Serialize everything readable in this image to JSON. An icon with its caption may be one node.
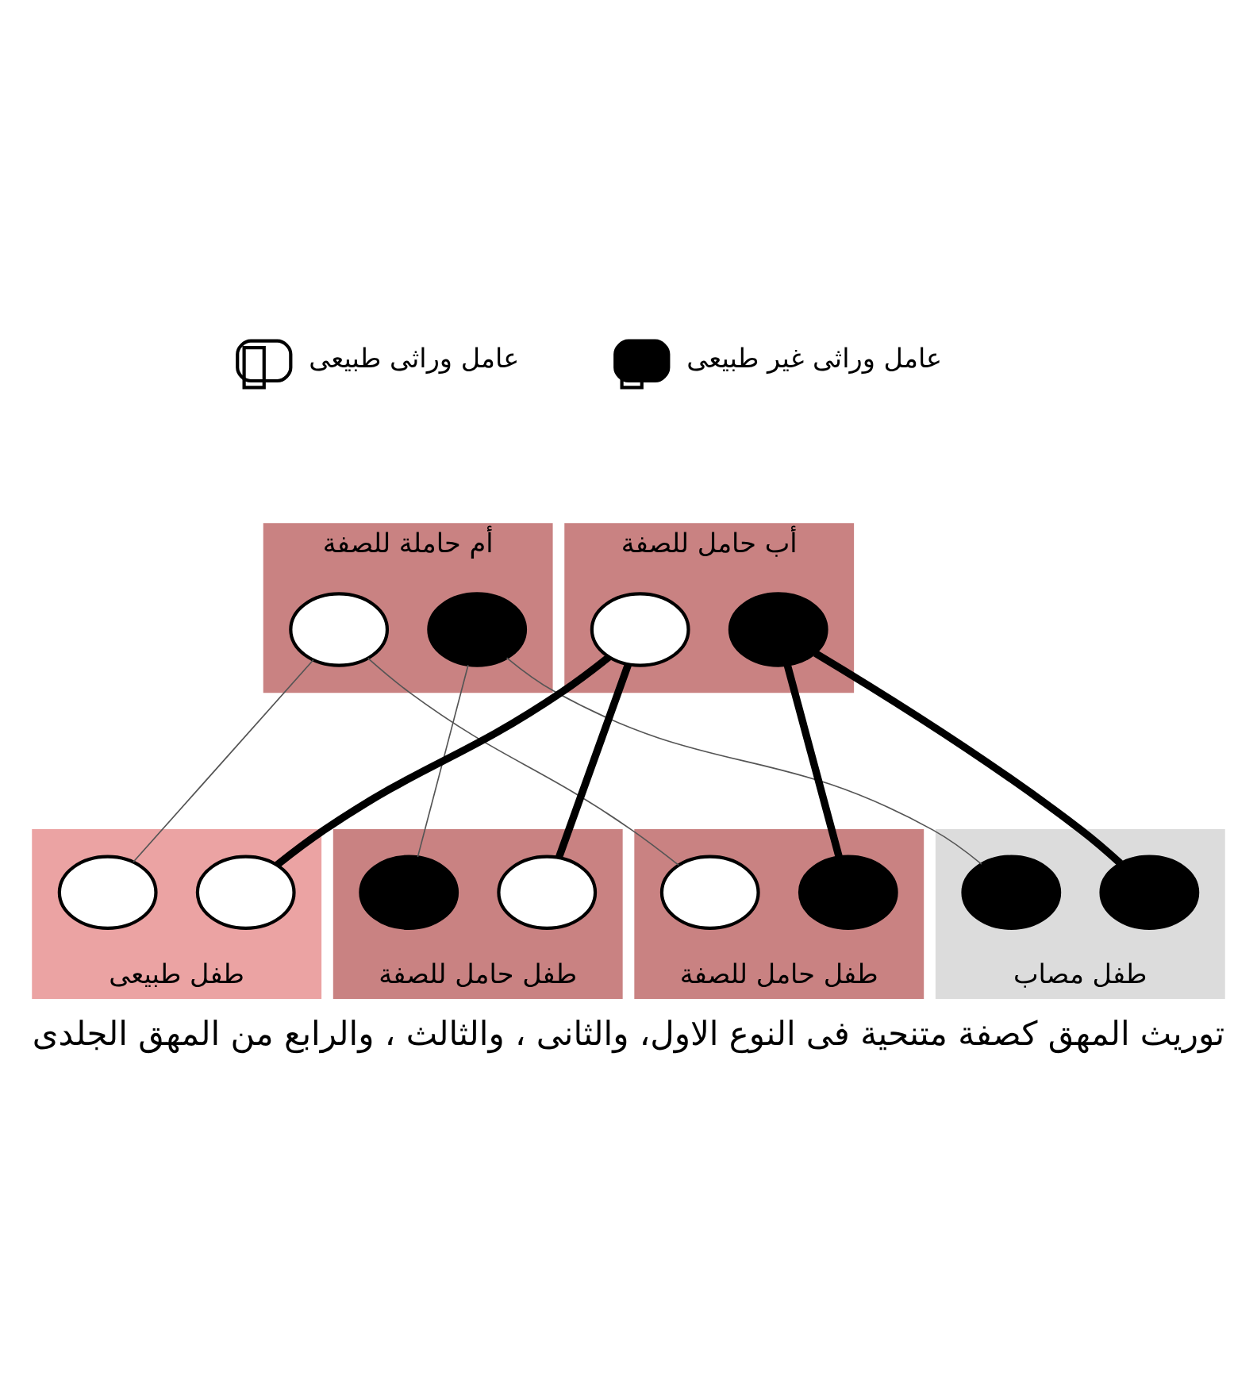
{
  "diagram": {
    "caption": "توريث المهق كصفة متنحية فى النوع الاول، والثانى ، والثالث ، والرابع من المهق الجلدى",
    "nodes": [
      {
        "text": [
          "أب حامل للصفة"
        ]
      },
      {
        "text": [],
        "shape": "circle",
        "in": 0
      },
      {
        "text": [],
        "shape": "circle",
        "in": 0
      },
      {
        "text": [
          "أم حاملة للصفة"
        ]
      },
      {
        "text": [],
        "shape": "circle",
        "in": 3
      },
      {
        "text": [],
        "shape": "circle",
        "in": 3
      },
      {
        "text": [
          "طفل مصاب"
        ]
      },
      {
        "text": [],
        "shape": "circle",
        "in": 6
      },
      {
        "text": [],
        "shape": "circle",
        "in": 6
      },
      {
        "text": [
          "طفل حامل للصفة"
        ]
      },
      {
        "text": [],
        "shape": "circle",
        "in": 9
      },
      {
        "text": [],
        "shape": "circle",
        "in": 9
      },
      {
        "text": [
          "طفل حامل للصفة"
        ]
      },
      {
        "text": [],
        "shape": "circle",
        "in": 12
      },
      {
        "text": [],
        "shape": "circle",
        "in": 12
      },
      {
        "text": [
          "طفل طبيعى"
        ]
      },
      {
        "text": [],
        "shape": "circle",
        "in": 15
      },
      {
        "text": [],
        "shape": "circle",
        "in": 15
      }
    ],
    "edges": [
      {
        "from": 1,
        "to": 7,
        "arrow": "none",
        "style": "thick"
      },
      {
        "from": 1,
        "to": 13,
        "arrow": "none",
        "style": "thick"
      },
      {
        "from": 2,
        "to": 10,
        "arrow": "none",
        "style": "thick"
      },
      {
        "from": 2,
        "to": 16,
        "arrow": "none",
        "style": "thick"
      },
      {
        "from": 4,
        "to": 8,
        "arrow": "none"
      },
      {
        "from": 4,
        "to": 11,
        "arrow": "none"
      },
      {
        "from": 5,
        "to": 14,
        "arrow": "none"
      },
      {
        "from": 5,
        "to": 17,
        "arrow": "none"
      }
    ],
    "legend": [
      {
        "text": "عامل وراثى غير طبيعى"
      },
      {
        "text": "عامل وراثى طبيعى"
      }
    ]
  }
}
